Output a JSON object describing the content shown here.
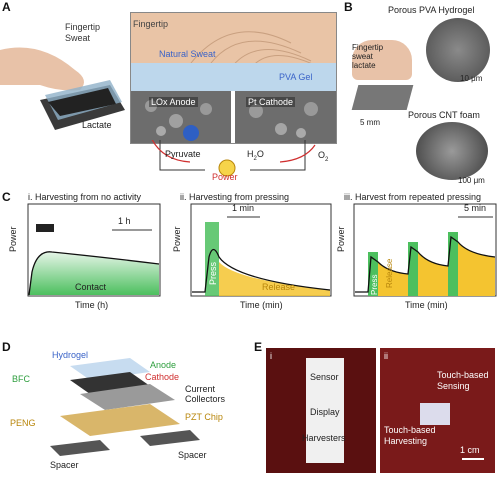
{
  "panels": {
    "A": {
      "label": "A",
      "fingertip_sweat": [
        "Fingertip",
        "Sweat"
      ],
      "fingertip": "Fingertip",
      "natural_sweat": "Natural Sweat",
      "pva_gel": "PVA Gel",
      "lox_anode": "LOx Anode",
      "pt_cathode": "Pt Cathode",
      "lactate": "Lactate",
      "o2": "O",
      "o2_sub": "2",
      "pyruvate": "Pyruvate",
      "h2o": "H",
      "h2o_sub": "2",
      "h2o_end": "O",
      "power": "Power"
    },
    "B": {
      "label": "B",
      "porous_pva": "Porous PVA Hydrogel",
      "fingertip_lactate": [
        "Fingertip",
        "sweat",
        "lactate"
      ],
      "porous_cnt": "Porous CNT foam",
      "scale_5mm": "5 mm",
      "scale_10um": "10 μm",
      "scale_100um": "100 μm"
    },
    "C": {
      "label": "C",
      "subpanels": [
        {
          "title": "i. Harvesting from no activity",
          "xlabel": "Time (h)",
          "ylabel": "Power",
          "scale": "1 h",
          "annotations": [
            "Contact"
          ]
        },
        {
          "title": "ii. Harvesting from pressing",
          "xlabel": "Time (min)",
          "ylabel": "Power",
          "scale": "1 min",
          "annotations": [
            "Press",
            "Release"
          ]
        },
        {
          "title": "iii. Harvest from repeated pressing",
          "xlabel": "Time (min)",
          "ylabel": "Power",
          "scale": "5 min",
          "annotations": [
            "Press",
            "Release"
          ]
        }
      ]
    },
    "D": {
      "label": "D",
      "hydrogel": "Hydrogel",
      "bfc": "BFC",
      "anode": "Anode",
      "cathode": "Cathode",
      "current_collectors": [
        "Current",
        "Collectors"
      ],
      "peng": "PENG",
      "pzt_chip": "PZT Chip",
      "spacer_left": "Spacer",
      "spacer_right": "Spacer"
    },
    "E": {
      "label": "E",
      "sub_i": "i",
      "sub_ii": "ii",
      "sensor": "Sensor",
      "display": "Display",
      "harvesters": "Harvesters",
      "touch_sensing": [
        "Touch-based",
        "Sensing"
      ],
      "touch_harvesting": [
        "Touch-based",
        "Harvesting"
      ],
      "scale_1cm": "1 cm"
    }
  },
  "colors": {
    "green_fill": "#4cbf5e",
    "yellow_fill": "#f4c430",
    "brand_green": "#2e9e3e",
    "gold": "#b8860b",
    "red": "#d03030",
    "blue_label": "#3a63c8"
  }
}
